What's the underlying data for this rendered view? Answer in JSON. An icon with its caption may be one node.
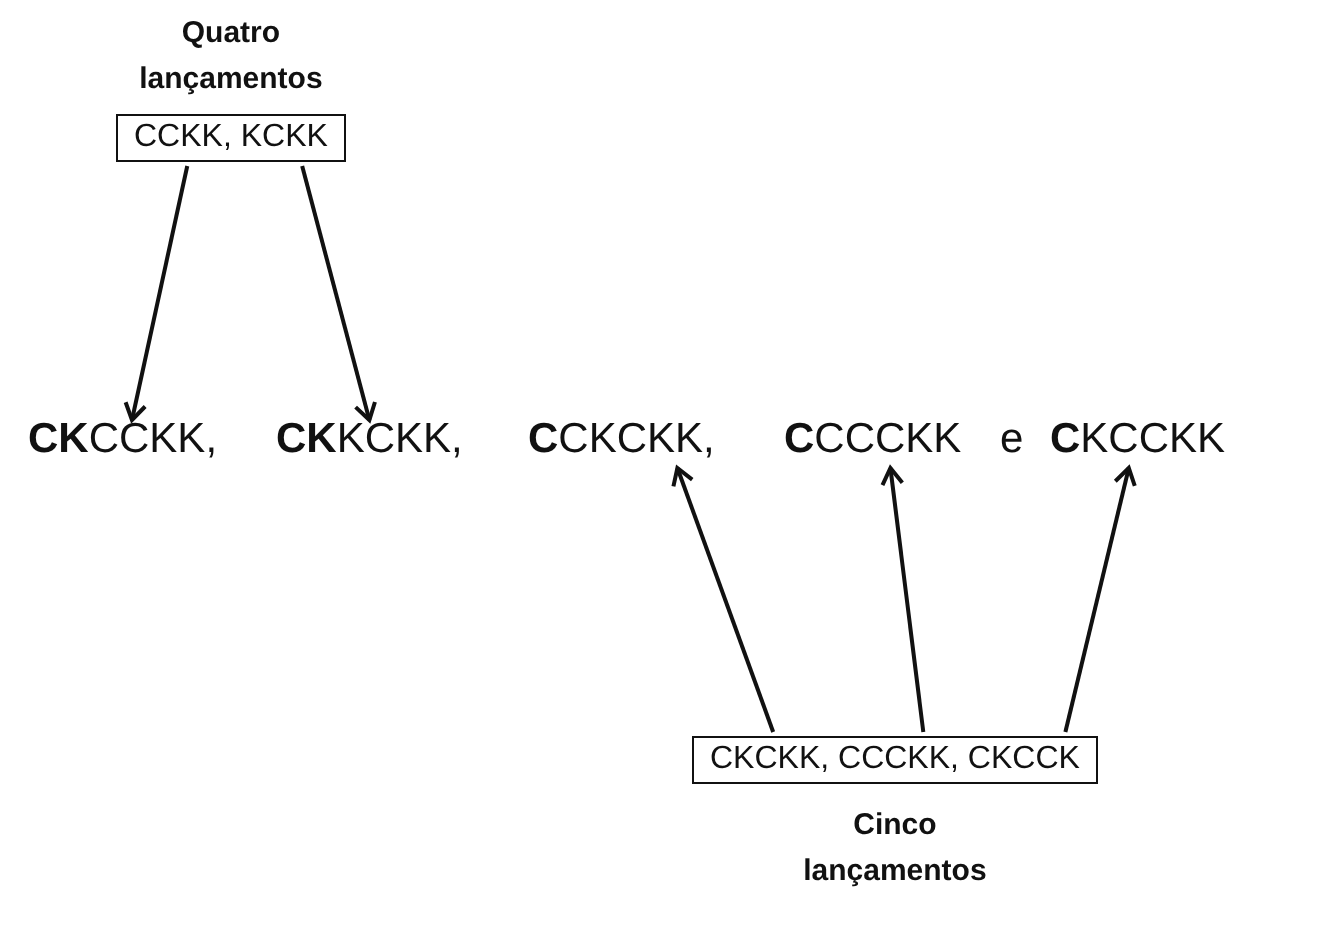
{
  "diagram": {
    "nodes": [
      {
        "text": [
          "Quatro lançamentos",
          "CCKK, KCKK"
        ]
      },
      {
        "text": [
          "**CK**CCKK,"
        ]
      },
      {
        "text": [
          "**CK**KCKK,"
        ]
      },
      {
        "text": [
          "**C**CKCKK,"
        ]
      },
      {
        "text": [
          "**C**CCCKK"
        ]
      },
      {
        "text": [
          "**C**KCCKK"
        ]
      },
      {
        "text": [
          "CKCKK, CCCKK, CKCCK",
          "Cinco lançamentos"
        ]
      }
    ],
    "edges": [
      {
        "from": 0,
        "to": 1,
        "arrow": "to"
      },
      {
        "from": 0,
        "to": 2,
        "arrow": "to"
      },
      {
        "from": 6,
        "to": 3,
        "arrow": "to"
      },
      {
        "from": 6,
        "to": 4,
        "arrow": "to"
      },
      {
        "from": 6,
        "to": 5,
        "arrow": "to"
      }
    ],
    "labels": [
      "e"
    ]
  }
}
